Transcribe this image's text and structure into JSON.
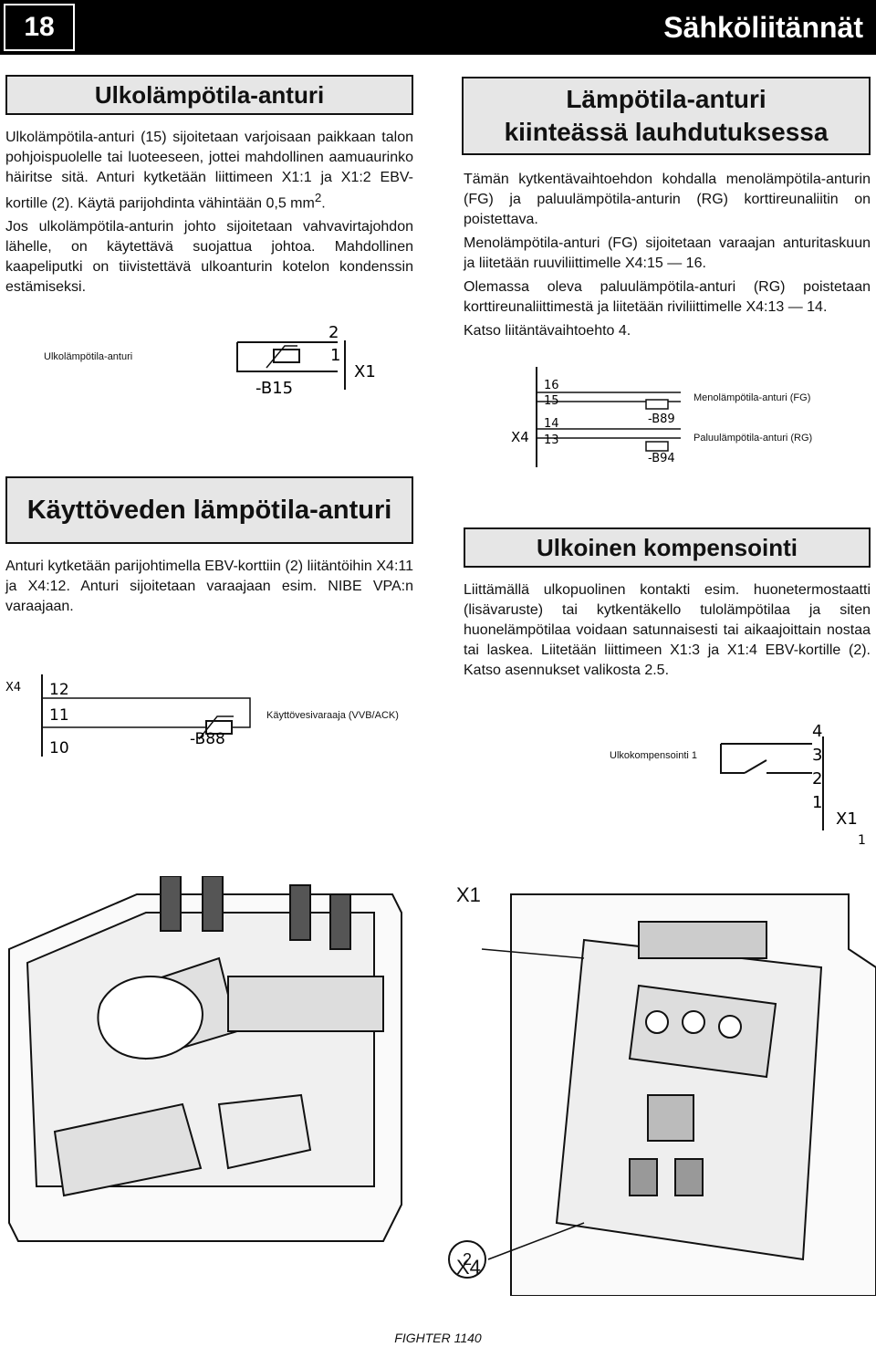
{
  "header": {
    "page_number": "18",
    "title": "Sähköliitännät"
  },
  "sections": {
    "outdoor": {
      "heading": "Ulkolämpötila-anturi",
      "p1_a": "Ulkolämpötila-anturi (15) sijoitetaan varjoisaan paikkaan talon pohjoispuolelle tai luoteeseen, jottei mahdollinen aamuaurinko häiritse sitä. Anturi kytketään liittimeen X1:1 ja X1:2 EBV-kortille (2). Käytä parijohdinta vähintään 0,5 mm",
      "p1_sup": "2",
      "p1_b": ".",
      "p2": "Jos ulkolämpötila-anturin johto sijoitetaan vahvavirtajohdon lähelle, on käytettävä suojattua johtoa. Mahdollinen kaapeliputki on tiivistettävä ulkoanturin kotelon kondenssin estämiseksi.",
      "diagram": {
        "label": "Ulkolämpötila-anturi",
        "sensor": "-B15",
        "term_top": "2",
        "term_bottom": "1",
        "connector": "X1"
      }
    },
    "fixed": {
      "heading_line1": "Lämpötila-anturi",
      "heading_line2": "kiinteässä lauhdutuksessa",
      "p1": "Tämän kytkentävaihtoehdon kohdalla menolämpötila-anturin (FG) ja paluulämpötila-anturin (RG) korttireunaliitin on poistettava.",
      "p2": "Menolämpötila-anturi (FG) sijoitetaan varaajan anturitaskuun ja liitetään ruuviliittimelle X4:15 — 16.",
      "p3": "Olemassa oleva paluulämpötila-anturi (RG) poistetaan korttireunaliittimestä ja liitetään riviliittimelle X4:13 — 14.",
      "p4": "Katso liitäntävaihtoehto 4.",
      "diagram": {
        "connector": "X4",
        "t16": "16",
        "t15": "15",
        "t14": "14",
        "t13": "13",
        "sensor1": "-B89",
        "sensor2": "-B94",
        "label1": "Menolämpötila-anturi (FG)",
        "label2": "Paluulämpötila-anturi (RG)"
      }
    },
    "hotwater": {
      "heading": "Käyttöveden lämpötila-anturi",
      "p1": "Anturi kytketään parijohtimella EBV-korttiin (2) liitäntöihin X4:11 ja X4:12. Anturi sijoitetaan varaajaan esim. NIBE VPA:n varaajaan.",
      "diagram": {
        "connector": "X4",
        "t12": "12",
        "t11": "11",
        "t10": "10",
        "sensor": "-B88",
        "label": "Käyttövesivaraaja (VVB/ACK)"
      }
    },
    "compensation": {
      "heading": "Ulkoinen kompensointi",
      "p1": "Liittämällä ulkopuolinen kontakti esim. huonetermostaatti (lisävaruste) tai kytkentäkello tulolämpötilaa ja siten huonelämpötilaa voidaan satunnaisesti tai aikaajoittain nostaa tai laskea. Liitetään liittimeen X1:3 ja X1:4 EBV-kortille (2). Katso asennukset valikosta 2.5.",
      "diagram": {
        "label": "Ulkokompensointi 1",
        "t4": "4",
        "t3": "3",
        "t2": "2",
        "t1": "1",
        "connector": "X1",
        "side": "1"
      }
    }
  },
  "illustration": {
    "label_x1": "X1",
    "label_2": "2",
    "label_x4": "X4"
  },
  "footer": {
    "text": "FIGHTER 1140"
  }
}
